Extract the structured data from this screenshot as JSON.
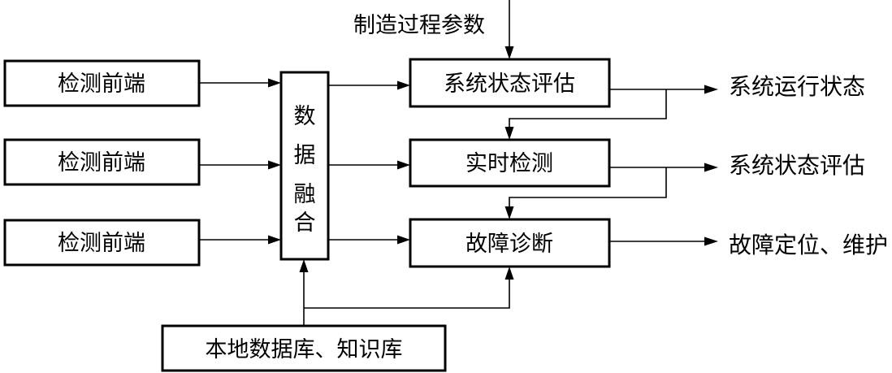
{
  "diagram": {
    "detectors": [
      "检测前端",
      "检测前端",
      "检测前端"
    ],
    "fusion_chars": [
      "数",
      "据",
      "融",
      "合"
    ],
    "process_param": "制造过程参数",
    "state_eval": "系统状态评估",
    "realtime": "实时检测",
    "diagnosis": "故障诊断",
    "outputs": [
      "系统运行状态",
      "系统状态评估",
      "故障定位、维护"
    ],
    "database": "本地数据库、知识库"
  }
}
